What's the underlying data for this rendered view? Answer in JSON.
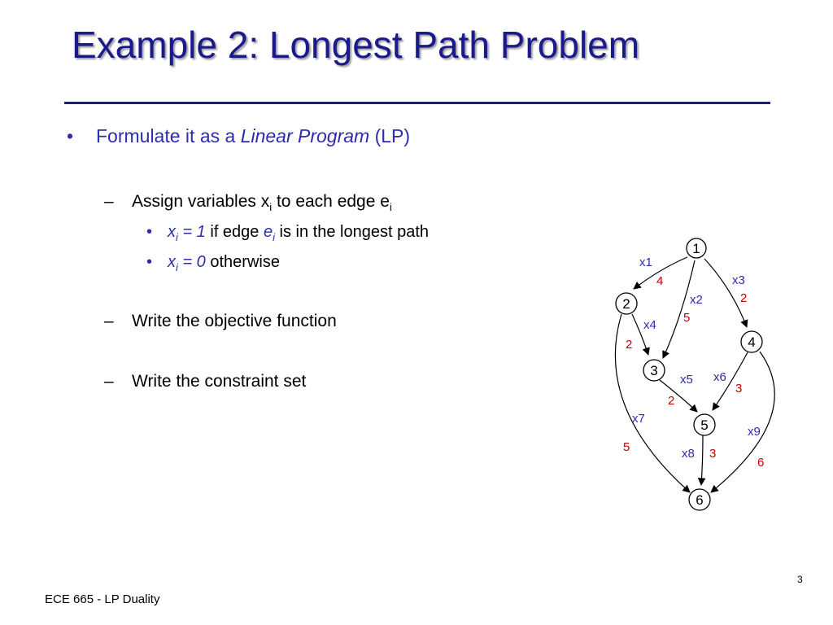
{
  "slide": {
    "title": "Example 2: Longest Path Problem",
    "bullet_main": {
      "marker": "•",
      "prefix": "Formulate it as a ",
      "emphasis": "Linear Program",
      "suffix": " (LP)"
    },
    "sub1": {
      "marker": "–",
      "text_a": "Assign variables x",
      "sub_a": "i",
      "text_b": " to each edge e",
      "sub_b": "i"
    },
    "sub1_items": [
      {
        "marker": "•",
        "var": "x",
        "var_sub": "i",
        "eq": " = 1",
        "text_a": " if edge ",
        "edge": "e",
        "edge_sub": "i",
        "text_b": " is in the longest path"
      },
      {
        "marker": "•",
        "var": "x",
        "var_sub": "i",
        "eq": " = 0",
        "text_a": " otherwise"
      }
    ],
    "sub2": {
      "marker": "–",
      "text": "Write the objective function"
    },
    "sub3": {
      "marker": "–",
      "text": "Write the constraint set"
    },
    "footer": "ECE 665 - LP Duality",
    "page_number": "3"
  },
  "graph": {
    "nodes": [
      {
        "id": "1",
        "label": "1"
      },
      {
        "id": "2",
        "label": "2"
      },
      {
        "id": "3",
        "label": "3"
      },
      {
        "id": "4",
        "label": "4"
      },
      {
        "id": "5",
        "label": "5"
      },
      {
        "id": "6",
        "label": "6"
      }
    ],
    "edges": [
      {
        "var": "x1",
        "weight": "4",
        "from": "1",
        "to": "2"
      },
      {
        "var": "x2",
        "weight": "5",
        "from": "1",
        "to": "3"
      },
      {
        "var": "x3",
        "weight": "2",
        "from": "1",
        "to": "4"
      },
      {
        "var": "x4",
        "weight": "2",
        "from": "2",
        "to": "3"
      },
      {
        "var": "x5",
        "weight": "2",
        "from": "3",
        "to": "5"
      },
      {
        "var": "x6",
        "weight": "3",
        "from": "4",
        "to": "5"
      },
      {
        "var": "x7",
        "weight": "5",
        "from": "2",
        "to": "6"
      },
      {
        "var": "x8",
        "weight": "3",
        "from": "5",
        "to": "6"
      },
      {
        "var": "x9",
        "weight": "6",
        "from": "4",
        "to": "6"
      }
    ],
    "colors": {
      "variable": "#2c2cb0",
      "weight": "#c00000",
      "title": "#1a1a8c"
    }
  }
}
